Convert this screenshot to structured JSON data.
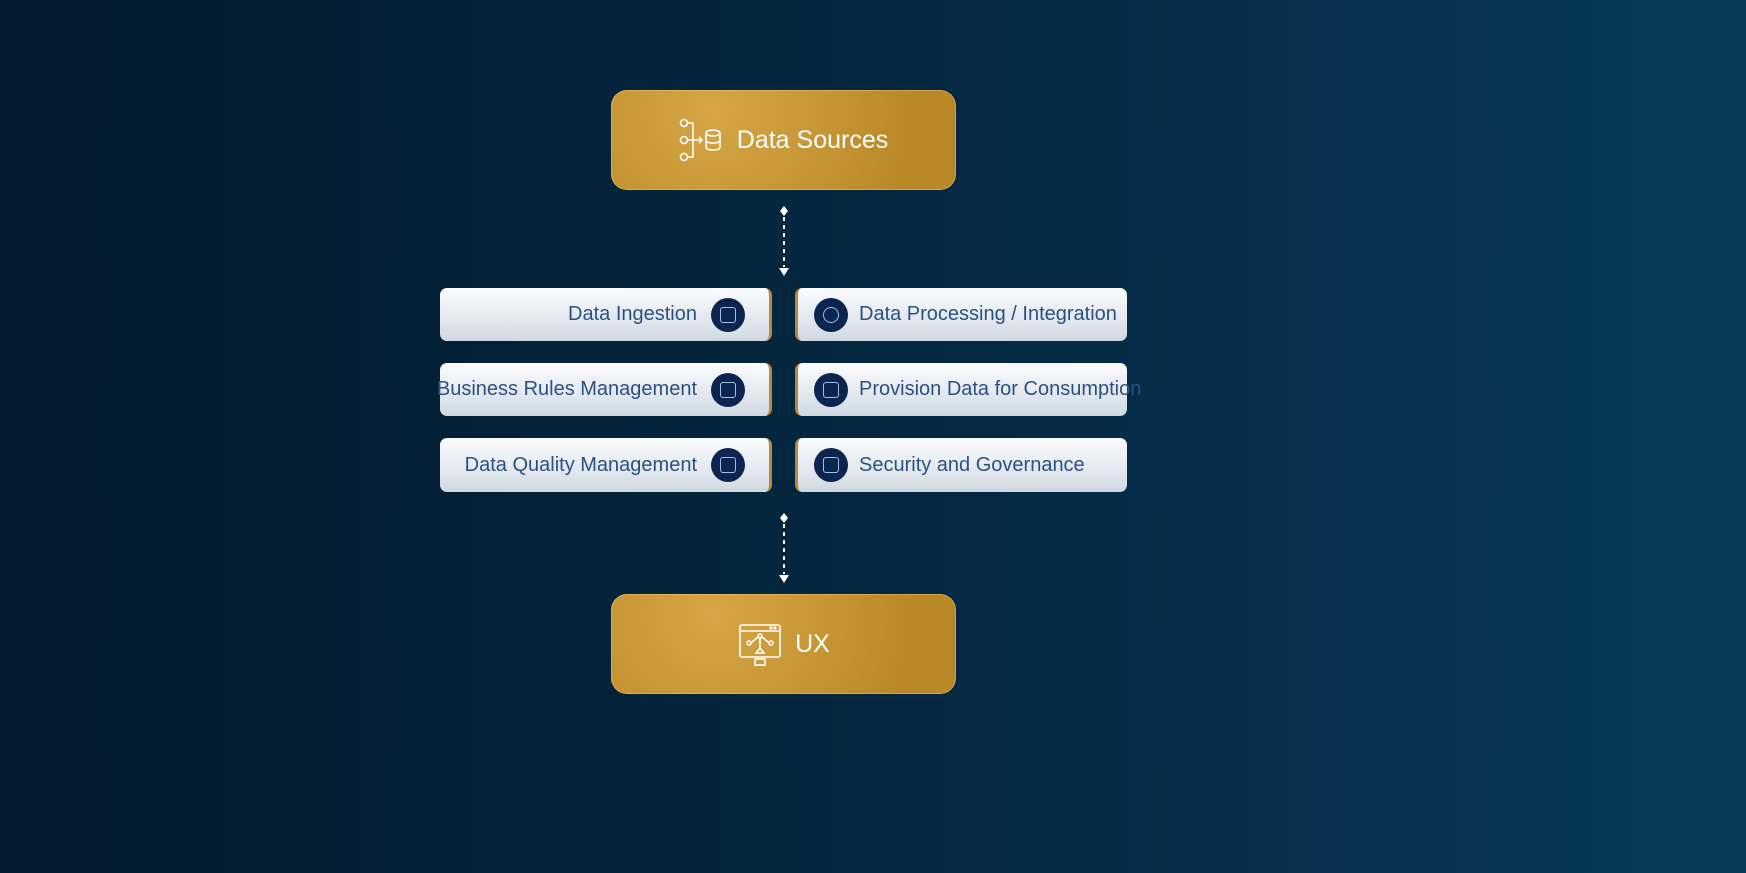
{
  "top_box": {
    "label": "Data Sources",
    "icon": "data-sources-icon"
  },
  "bottom_box": {
    "label": "UX",
    "icon": "ux-design-icon"
  },
  "left_items": [
    {
      "label": "Data Ingestion",
      "icon": "ingestion-icon"
    },
    {
      "label": "Business Rules Management",
      "icon": "clipboard-icon"
    },
    {
      "label": "Data Quality Management",
      "icon": "quality-document-icon"
    }
  ],
  "right_items": [
    {
      "label": "Data Processing / Integration",
      "icon": "processing-icon"
    },
    {
      "label": "Provision Data for Consumption",
      "icon": "provision-icon"
    },
    {
      "label": "Security and Governance",
      "icon": "governance-document-icon"
    }
  ]
}
